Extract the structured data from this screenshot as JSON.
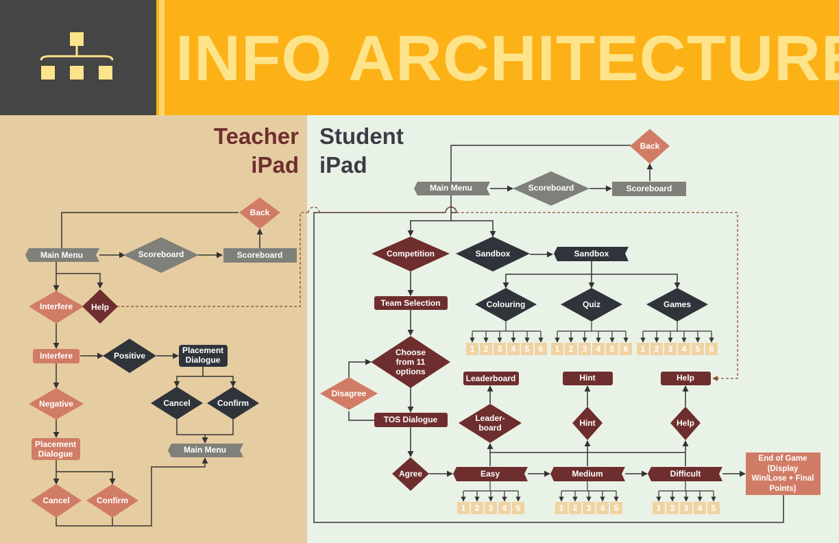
{
  "header": {
    "title": "INFO ARCHITECTURE",
    "icon": "sitemap-icon"
  },
  "colors": {
    "header_band": "#fcb117",
    "header_icon_panel": "#454545",
    "teacher_bg": "#e6cca1",
    "student_bg": "#e9f2e7",
    "maroon": "#6e2e2e",
    "salmon": "#d17c66",
    "gray": "#7f8079",
    "dark": "#2f343a",
    "tile": "#f1d3a3"
  },
  "teacher": {
    "title_line1": "Teacher",
    "title_line2": "iPad",
    "main_menu": "Main Menu",
    "scoreboard_decision": "Scoreboard",
    "scoreboard": "Scoreboard",
    "back": "Back",
    "interfere_decision": "Interfere",
    "help": "Help",
    "interfere": "Interfere",
    "positive": "Positive",
    "placement_dialogue_top": [
      "Placement",
      "Dialogue"
    ],
    "negative": "Negative",
    "placement_dialogue_left": [
      "Placement",
      "Dialogue"
    ],
    "cancel_left": "Cancel",
    "confirm_left": "Confirm",
    "cancel_right": "Cancel",
    "confirm_right": "Confirm",
    "main_menu_bottom": "Main Menu"
  },
  "student": {
    "title_line1": "Student",
    "title_line2": "iPad",
    "back": "Back",
    "main_menu": "Main Menu",
    "scoreboard_decision": "Scoreboard",
    "scoreboard": "Scoreboard",
    "competition": "Competition",
    "sandbox_decision": "Sandbox",
    "sandbox": "Sandbox",
    "colouring": "Colouring",
    "quiz": "Quiz",
    "games": "Games",
    "team_selection": "Team Selection",
    "choose": [
      "Choose",
      "from 11",
      "options"
    ],
    "disagree": "Disagree",
    "tos_dialogue": "TOS Dialogue",
    "agree": "Agree",
    "leaderboard": "Leaderboard",
    "leaderboard_decision": [
      "Leader-",
      "board"
    ],
    "hint": "Hint",
    "hint_decision": "Hint",
    "help": "Help",
    "help_decision": "Help",
    "easy": "Easy",
    "medium": "Medium",
    "difficult": "Difficult",
    "end_of_game": [
      "End of Game",
      "(Display",
      "Win/Lose + Final",
      "Points)"
    ]
  },
  "option_tiles_6": [
    "1",
    "2",
    "3",
    "4",
    "5",
    "6"
  ],
  "option_tiles_5": [
    "1",
    "2",
    "3",
    "4",
    "5"
  ]
}
